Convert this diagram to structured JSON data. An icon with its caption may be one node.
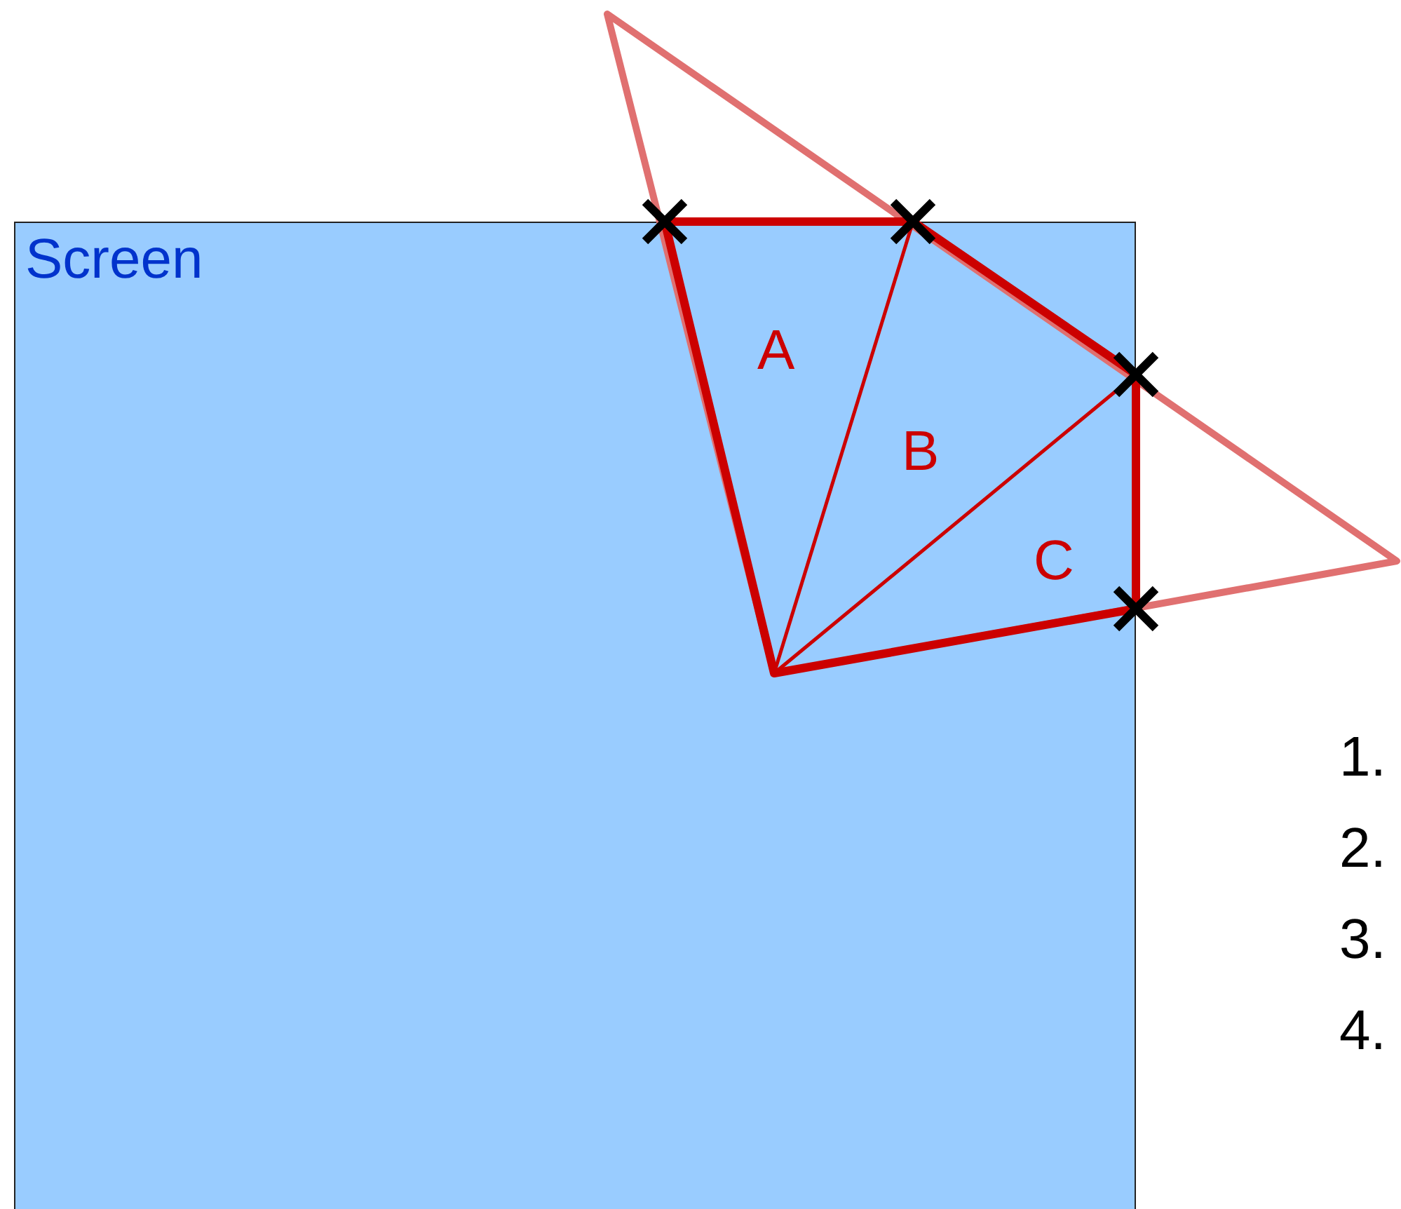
{
  "diagram": {
    "nodes": [
      {
        "text": [
          "Screen"
        ]
      }
    ],
    "labels": [
      "A",
      "B",
      "C",
      "1.",
      "2.",
      "3.",
      "4."
    ]
  }
}
